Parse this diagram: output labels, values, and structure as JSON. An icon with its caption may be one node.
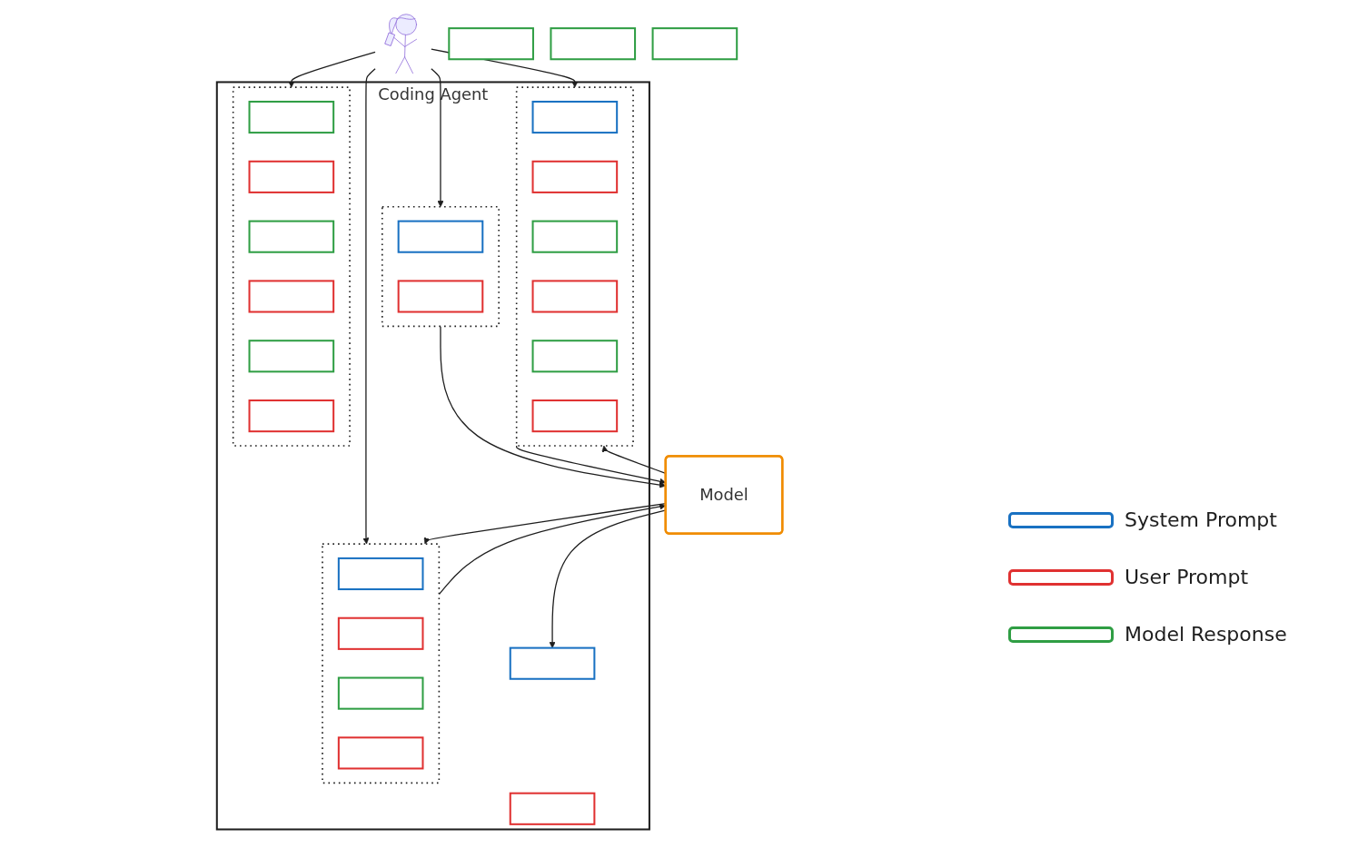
{
  "diagram": {
    "nodes": [
      {
        "text": [],
        "shape": "person"
      },
      {
        "text": [
          "Coding Agent"
        ]
      },
      {
        "text": [],
        "shape": "box",
        "in": 1
      },
      {
        "text": [],
        "shape": "bar",
        "in": 2
      },
      {
        "text": [],
        "shape": "bar",
        "in": 2
      },
      {
        "text": [],
        "shape": "box",
        "in": 1
      },
      {
        "text": [],
        "shape": "bar",
        "in": 5
      },
      {
        "text": [],
        "shape": "bar",
        "in": 5
      },
      {
        "text": [],
        "shape": "bar",
        "in": 5
      },
      {
        "text": [],
        "shape": "bar",
        "in": 5
      },
      {
        "text": [],
        "shape": "box",
        "in": 1
      },
      {
        "text": [],
        "shape": "bar",
        "in": 10
      },
      {
        "text": [],
        "shape": "bar",
        "in": 10
      },
      {
        "text": [],
        "shape": "bar",
        "in": 10
      },
      {
        "text": [],
        "shape": "bar",
        "in": 10
      },
      {
        "text": [],
        "shape": "bar",
        "in": 10
      },
      {
        "text": [],
        "shape": "bar",
        "in": 10
      },
      {
        "text": [],
        "shape": "bar",
        "in": 1
      },
      {
        "text": [],
        "shape": "bar",
        "in": 1
      },
      {
        "text": [],
        "shape": "box",
        "in": 1
      },
      {
        "text": [],
        "shape": "bar",
        "in": 19
      },
      {
        "text": [],
        "shape": "bar",
        "in": 19
      },
      {
        "text": [],
        "shape": "bar",
        "in": 19
      },
      {
        "text": [],
        "shape": "bar",
        "in": 19
      },
      {
        "text": [],
        "shape": "bar",
        "in": 19
      },
      {
        "text": [],
        "shape": "bar",
        "in": 19
      },
      {
        "text": [
          "Model"
        ]
      },
      {
        "text": [],
        "shape": "bar"
      },
      {
        "text": [],
        "shape": "bar"
      },
      {
        "text": [],
        "shape": "bar"
      }
    ],
    "edges": [
      {
        "from": 0,
        "to": 2,
        "arrow": "to"
      },
      {
        "from": 0,
        "to": 5,
        "arrow": "to"
      },
      {
        "from": 0,
        "to": 10,
        "arrow": "to"
      },
      {
        "from": 0,
        "to": 19,
        "arrow": "to"
      },
      {
        "from": 2,
        "to": 26,
        "arrow": "to"
      },
      {
        "from": 26,
        "to": 5,
        "arrow": "to"
      },
      {
        "from": 5,
        "to": 26,
        "arrow": "to"
      },
      {
        "from": 26,
        "to": 10,
        "arrow": "to"
      },
      {
        "from": 10,
        "to": 26,
        "arrow": "to"
      },
      {
        "from": 26,
        "to": 17,
        "arrow": "to"
      }
    ],
    "legend": [
      {
        "text": "System Prompt",
        "color": "#1971c2"
      },
      {
        "text": "User Prompt",
        "color": "#e03131"
      },
      {
        "text": "Model Response",
        "color": "#2f9e44"
      }
    ]
  }
}
